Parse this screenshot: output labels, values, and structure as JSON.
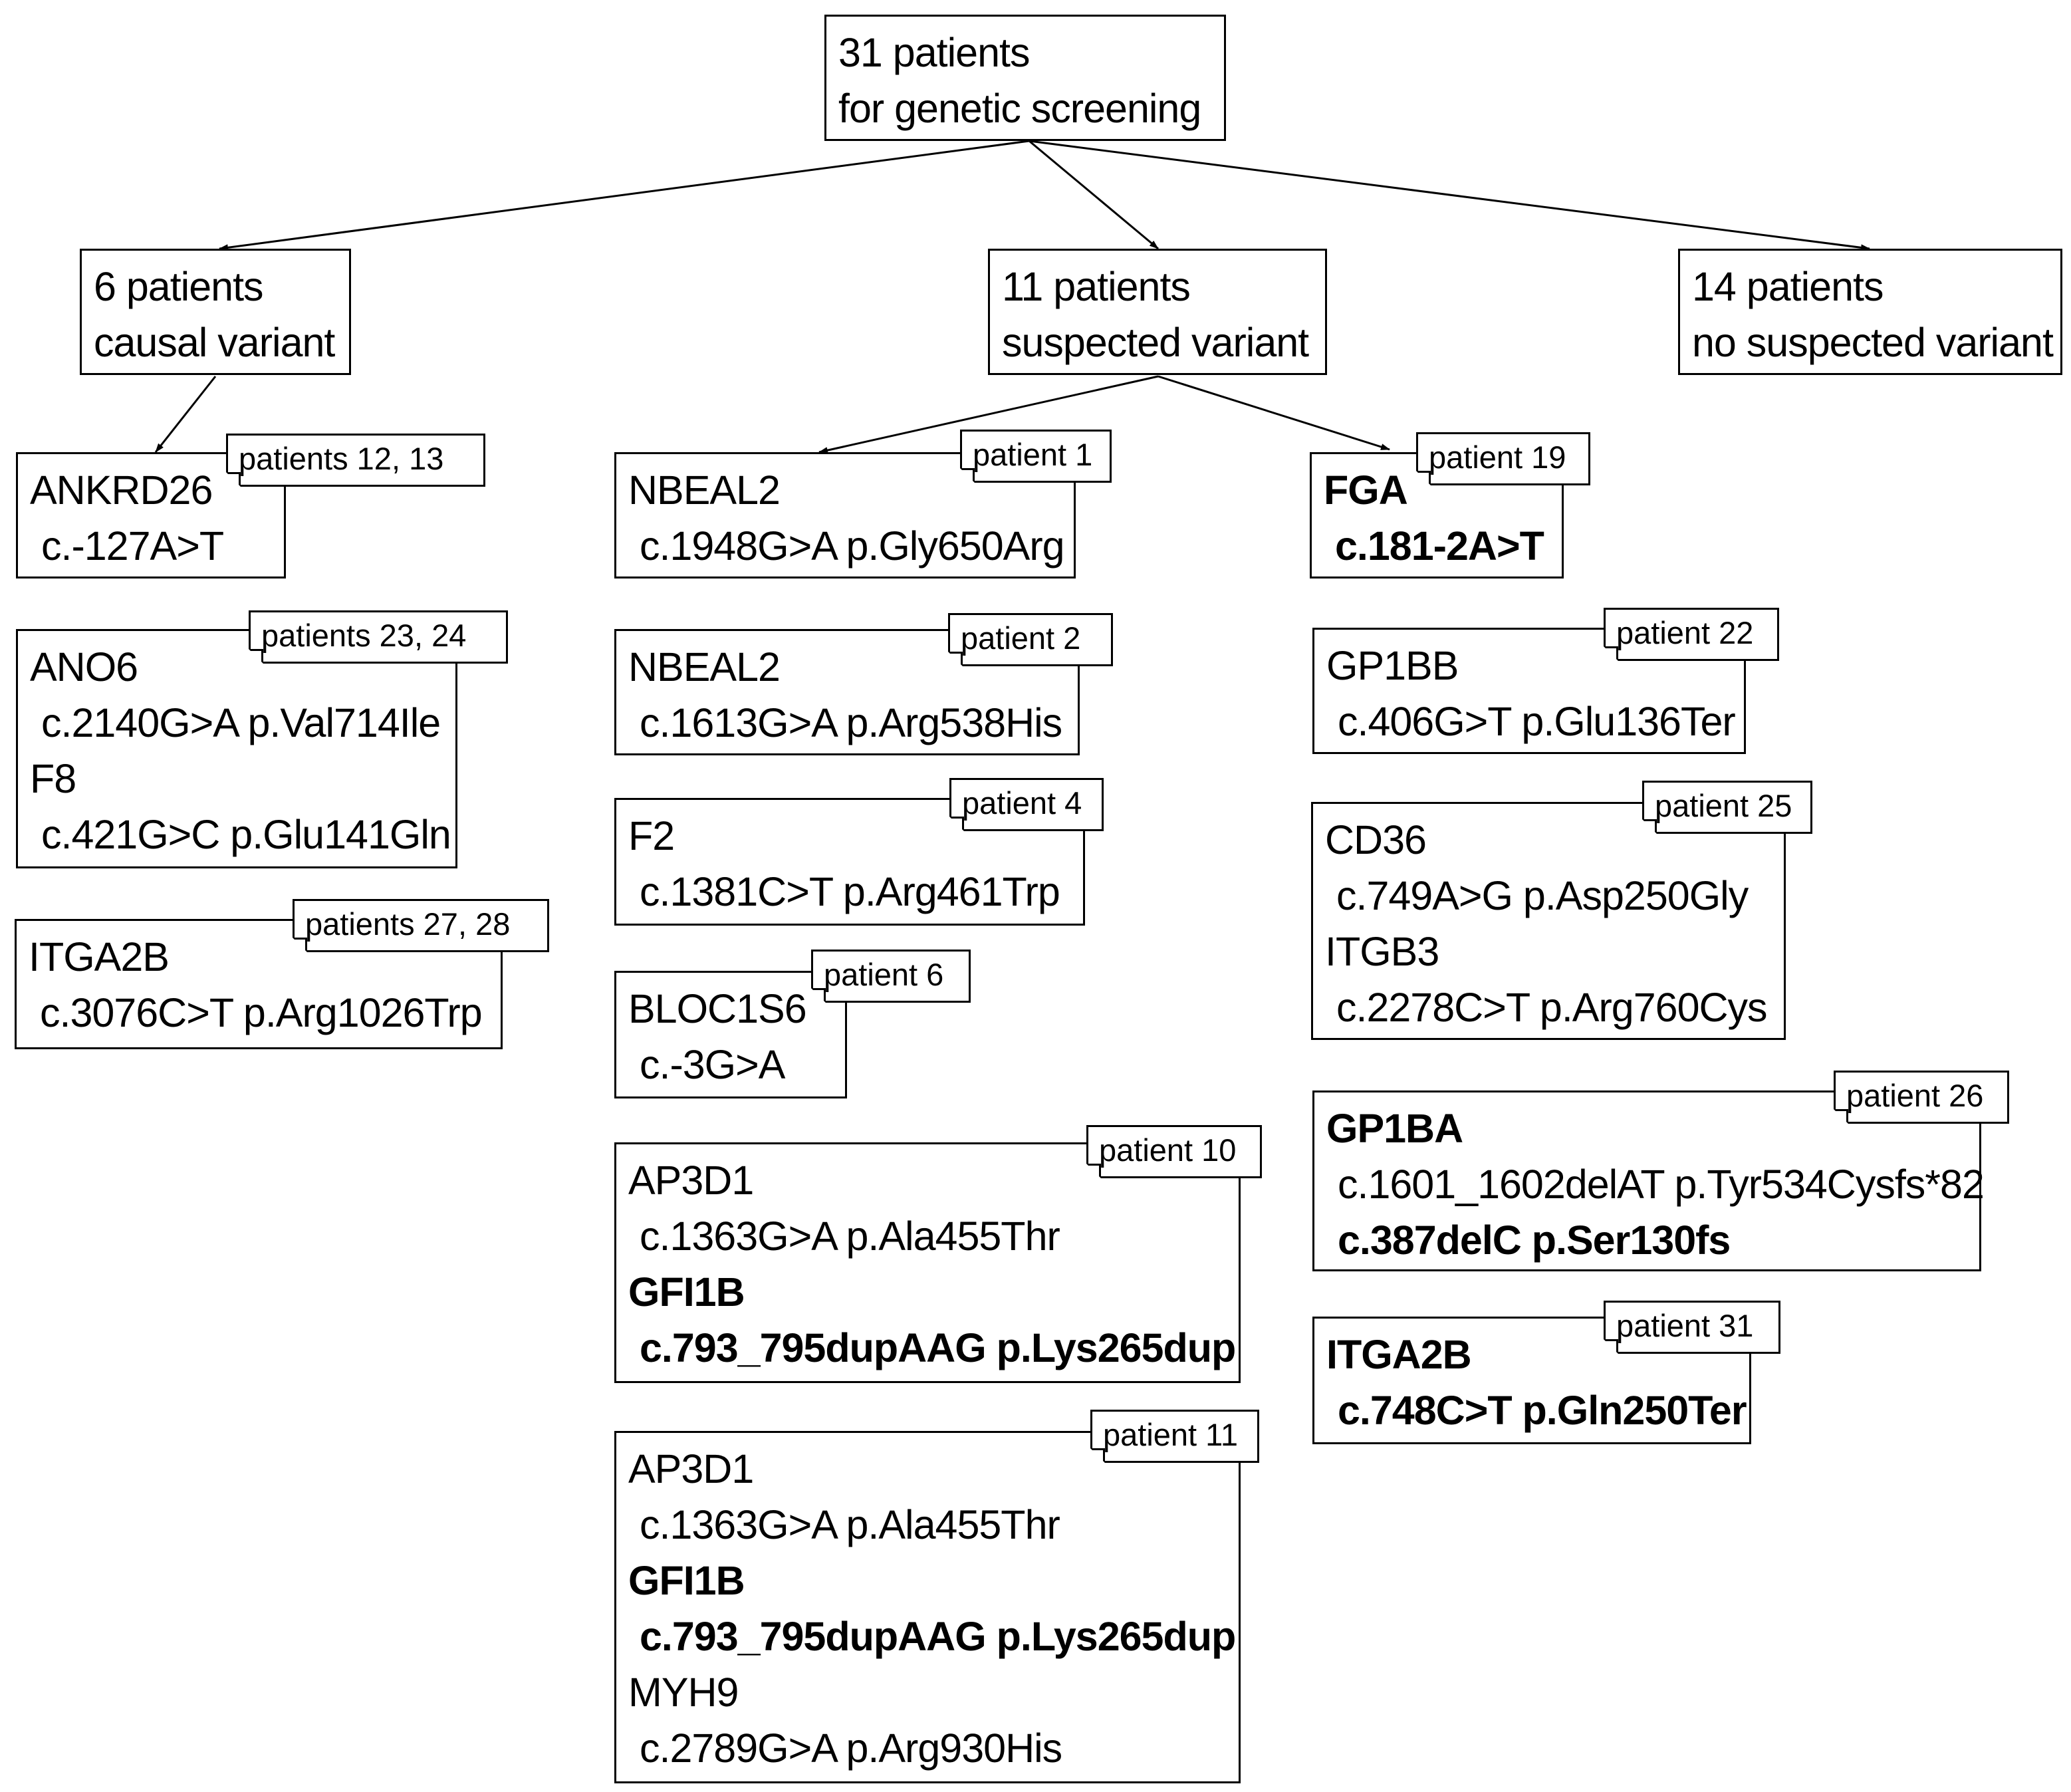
{
  "root": {
    "line1": "31 patients",
    "line2": "for genetic screening"
  },
  "groups": {
    "causal": {
      "line1": "6 patients",
      "line2": "causal variant"
    },
    "suspected": {
      "line1": "11 patients",
      "line2": "suspected variant"
    },
    "none": {
      "line1": "14 patients",
      "line2": "no suspected variant"
    }
  },
  "causal_cases": [
    {
      "tag": "patients 12, 13",
      "lines": [
        "ANKRD26",
        "c.-127A>T"
      ]
    },
    {
      "tag": "patients 23, 24",
      "lines": [
        "ANO6",
        "c.2140G>A p.Val714Ile",
        "F8",
        "c.421G>C p.Glu141Gln"
      ]
    },
    {
      "tag": "patients 27, 28",
      "lines": [
        "ITGA2B",
        "c.3076C>T p.Arg1026Trp"
      ]
    }
  ],
  "suspected_left": [
    {
      "tag": "patient 1",
      "lines": [
        "NBEAL2",
        "c.1948G>A p.Gly650Arg"
      ]
    },
    {
      "tag": "patient 2",
      "lines": [
        "NBEAL2",
        "c.1613G>A p.Arg538His"
      ]
    },
    {
      "tag": "patient 4",
      "lines": [
        "F2",
        "c.1381C>T p.Arg461Trp"
      ]
    },
    {
      "tag": "patient 6",
      "lines": [
        "BLOC1S6",
        "c.-3G>A"
      ]
    },
    {
      "tag": "patient 10",
      "lines": [
        "AP3D1",
        "c.1363G>A p.Ala455Thr",
        "GFI1B",
        "c.793_795dupAAG p.Lys265dup"
      ]
    },
    {
      "tag": "patient 11",
      "lines": [
        "AP3D1",
        "c.1363G>A p.Ala455Thr",
        "GFI1B",
        "c.793_795dupAAG p.Lys265dup",
        "MYH9",
        "c.2789G>A p.Arg930His"
      ]
    }
  ],
  "suspected_right": [
    {
      "tag": "patient 19",
      "lines": [
        "FGA",
        "c.181-2A>T"
      ]
    },
    {
      "tag": "patient 22",
      "lines": [
        "GP1BB",
        "c.406G>T p.Glu136Ter"
      ]
    },
    {
      "tag": "patient 25",
      "lines": [
        "CD36",
        "c.749A>G p.Asp250Gly",
        "ITGB3",
        "c.2278C>T p.Arg760Cys"
      ]
    },
    {
      "tag": "patient 26",
      "lines": [
        "GP1BA",
        "c.1601_1602delAT p.Tyr534Cysfs*82",
        "c.387delC p.Ser130fs"
      ]
    },
    {
      "tag": "patient 31",
      "lines": [
        "ITGA2B",
        "c.748C>T p.Gln250Ter"
      ]
    }
  ]
}
